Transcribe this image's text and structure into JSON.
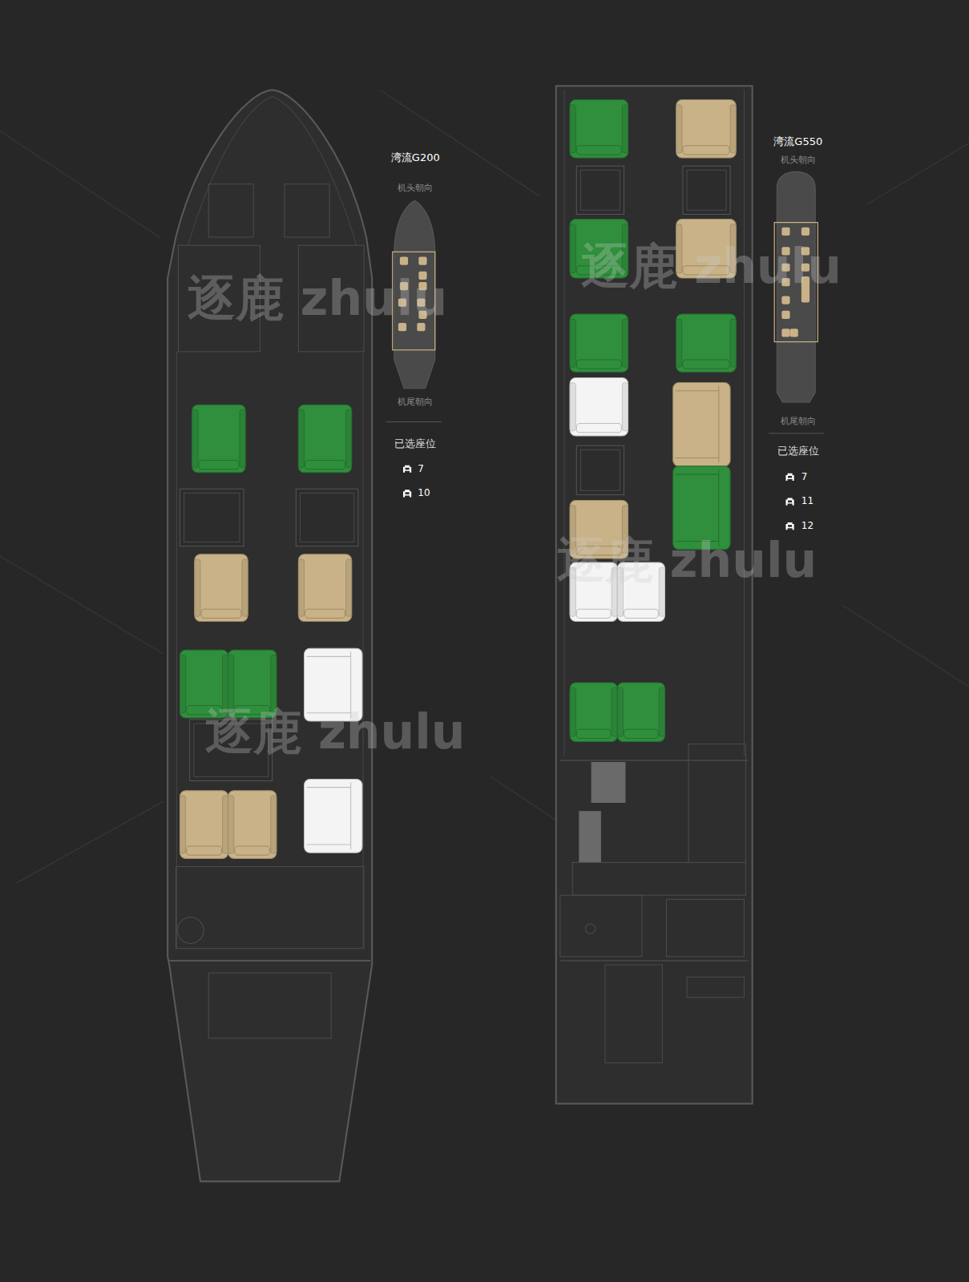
{
  "diagram": {
    "labels": [
      "湾流G200",
      "机头朝向",
      "机尾朝向",
      "已选座位",
      "7",
      "10",
      "湾流G550",
      "机头朝向",
      "机尾朝向",
      "已选座位",
      "7",
      "11",
      "12",
      "逐鹿 zhulu",
      "逐鹿 zhulu",
      "逐鹿 zhulu",
      "逐鹿 zhulu"
    ]
  }
}
